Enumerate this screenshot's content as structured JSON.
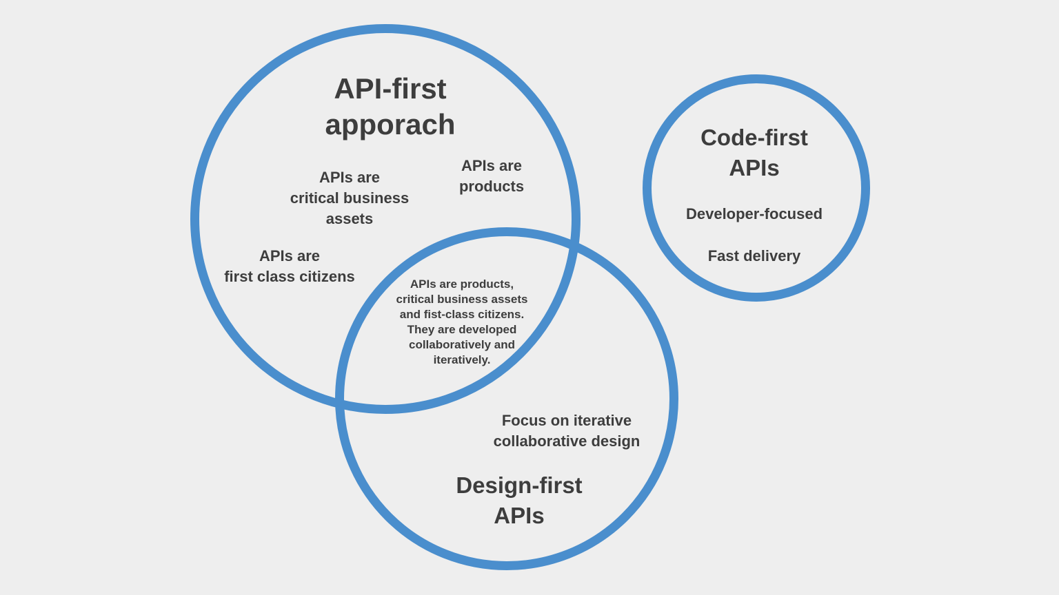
{
  "colors": {
    "background": "#eeeeee",
    "circle_stroke": "#4a8ecd",
    "text": "#3d3d3d"
  },
  "diagram": {
    "api_first_circle": {
      "title": "API-first\napporach",
      "item_products": "APIs are\nproducts",
      "item_critical_assets": "APIs are\ncritical business\nassets",
      "item_first_class": "APIs are\nfirst class citizens"
    },
    "design_first_circle": {
      "title": "Design-first\nAPIs",
      "item_focus": "Focus on iterative\ncollaborative design"
    },
    "overlap_api_design": {
      "text": "APIs are products,\ncritical business assets\nand fist-class citizens.\nThey are developed\ncollaboratively and\niteratively."
    },
    "code_first_circle": {
      "title": "Code-first\nAPIs",
      "item_developer_focused": "Developer-focused",
      "item_fast_delivery": "Fast delivery"
    }
  }
}
